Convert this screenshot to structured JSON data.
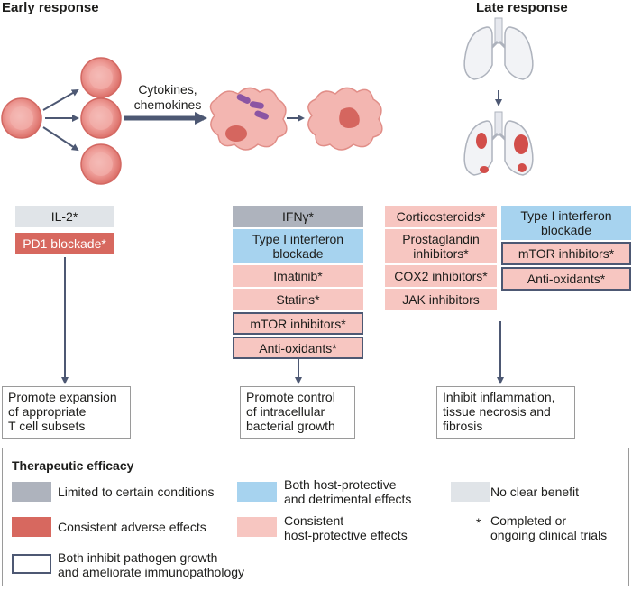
{
  "headers": {
    "early": "Early response",
    "late": "Late response"
  },
  "cytokine_label": [
    "Cytokines,",
    "chemokines"
  ],
  "early_boxes": {
    "il2": "IL-2*",
    "pd1": "PD1 blockade*"
  },
  "middle_boxes": {
    "ifn": "IFNγ*",
    "type1": [
      "Type I interferon",
      "blockade"
    ],
    "imatinib": "Imatinib*",
    "statins": "Statins*",
    "mtor": "mTOR inhibitors*",
    "antiox": "Anti-oxidants*"
  },
  "late_left": {
    "cortico": "Corticosteroids*",
    "prosta": [
      "Prostaglandin",
      "inhibitors*"
    ],
    "cox2": "COX2 inhibitors*",
    "jak": "JAK inhibitors"
  },
  "late_right": {
    "type1": [
      "Type I interferon",
      "blockade"
    ],
    "mtor": "mTOR inhibitors*",
    "antiox": "Anti-oxidants*"
  },
  "outcomes": {
    "early": [
      "Promote expansion",
      "of appropriate",
      "T cell subsets"
    ],
    "middle": [
      "Promote control",
      "of intracellular",
      "bacterial growth"
    ],
    "late": [
      "Inhibit inflammation,",
      "tissue necrosis and",
      "fibrosis"
    ]
  },
  "legend": {
    "title": "Therapeutic efficacy",
    "limited": "Limited to certain conditions",
    "both": [
      "Both host-protective",
      "and detrimental effects"
    ],
    "noclear": "No clear benefit",
    "adverse": "Consistent adverse effects",
    "consistent": [
      "Consistent",
      "host-protective effects"
    ],
    "star": "*",
    "trials": [
      "Completed or",
      "ongoing clinical trials"
    ],
    "inhibit": [
      "Both inhibit pathogen growth",
      "and ameliorate immunopathology"
    ]
  },
  "colors": {
    "limited": "#aeb3bd",
    "no_clear": "#e0e4e8",
    "adverse": "#d7685f",
    "both": "#a7d3ef",
    "consistent": "#f7c6c1",
    "border": "#4d5873"
  }
}
